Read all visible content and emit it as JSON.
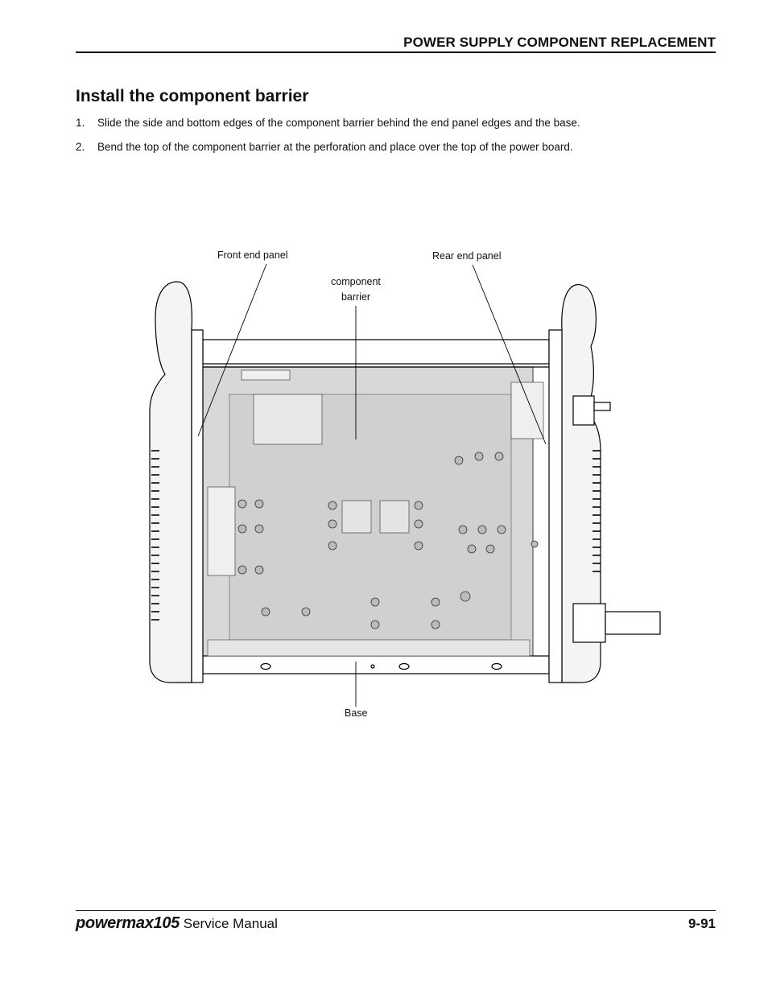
{
  "header": {
    "section": "POWER SUPPLY COMPONENT REPLACEMENT"
  },
  "section_title": "Install the component barrier",
  "steps": [
    {
      "num": "1.",
      "text": "Slide the side and bottom edges of the component barrier behind the end panel edges and the base."
    },
    {
      "num": "2.",
      "text": "Bend the top of the component barrier at the perforation and place over the top of the power board."
    }
  ],
  "figure": {
    "callouts": {
      "front_end_panel": "Front end panel",
      "component_barrier_1": "component",
      "component_barrier_2": "barrier",
      "rear_end_panel": "Rear end panel",
      "base": "Base"
    }
  },
  "footer": {
    "brand": "powermax105",
    "manual": "Service Manual",
    "page": "9-91"
  }
}
